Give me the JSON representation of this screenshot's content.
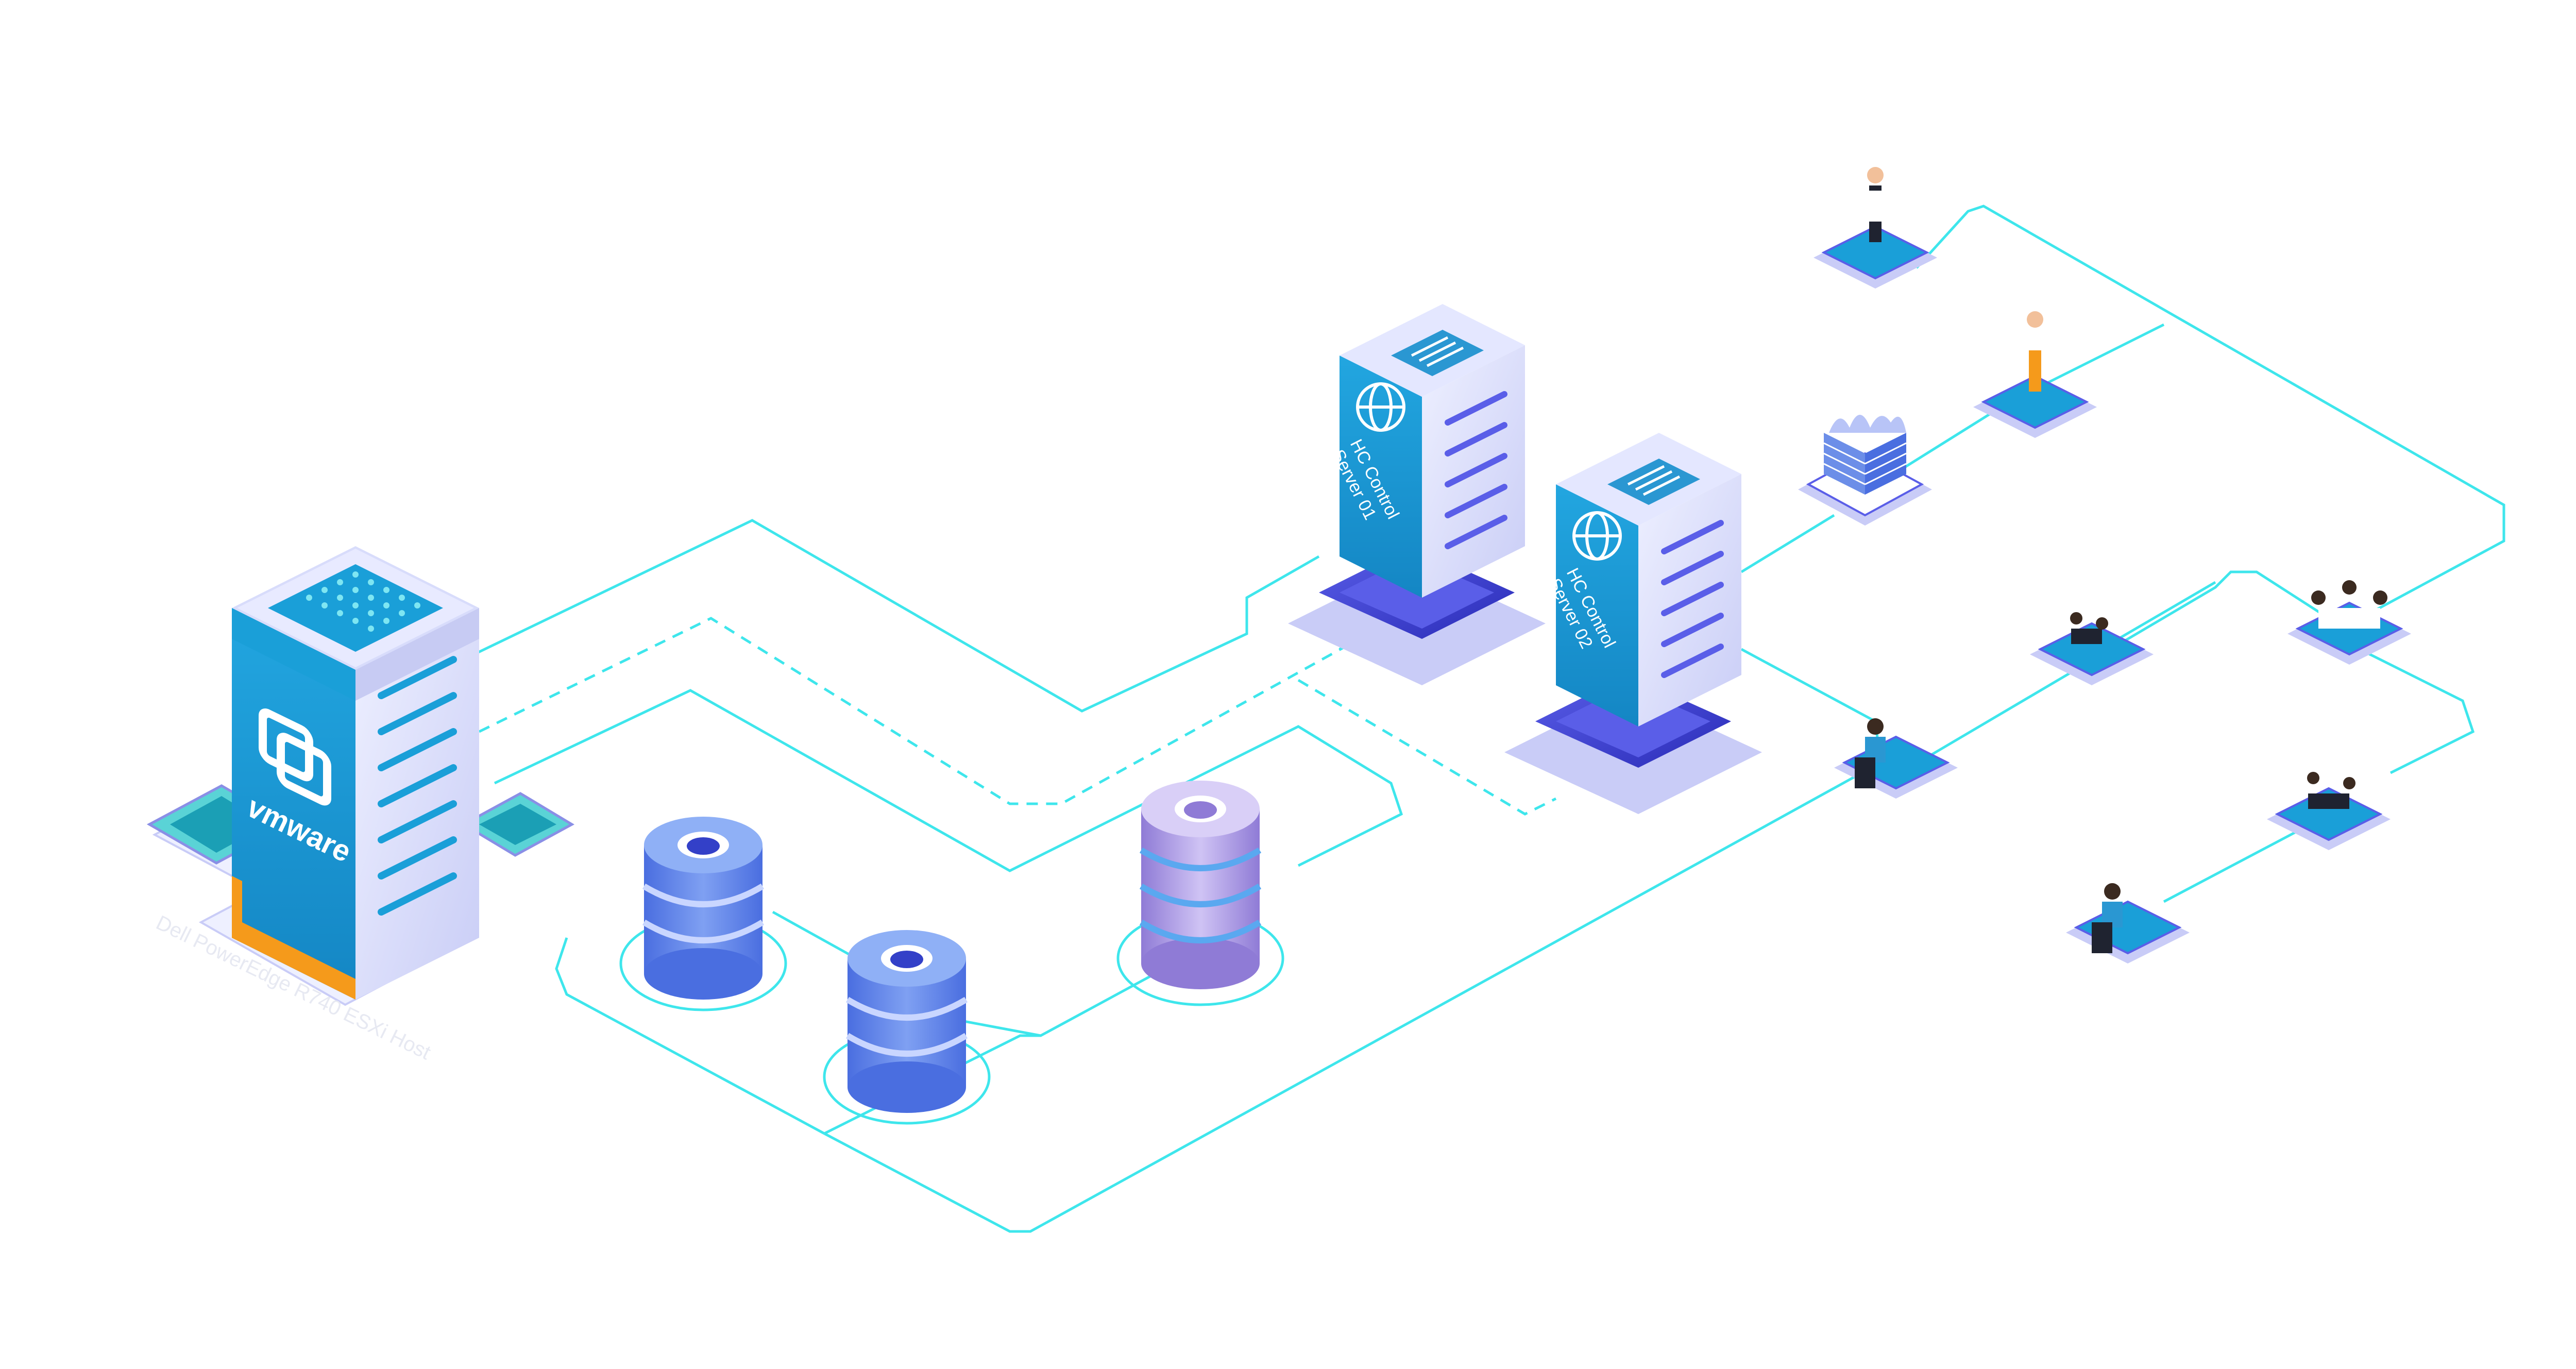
{
  "diagram": {
    "vmware_host": {
      "brand": "vmware",
      "caption": "Dell PowerEdge R740 ESXi Host"
    },
    "control_server_1": {
      "label_line1": "HC Control",
      "label_line2": "Server 01"
    },
    "control_server_2": {
      "label_line1": "HC Control",
      "label_line2": "Server 02"
    },
    "storage": {
      "count": 3
    },
    "users": {
      "count": 7
    },
    "colors": {
      "link": "#3ee6ec",
      "server_blue": "#1a9fd8",
      "server_face": "#dce0fb",
      "accent_orange": "#f59a1b",
      "base_indigo": "#3b3fd0",
      "disk_blue": "#5f86ea",
      "disk_purple": "#a996e4"
    }
  }
}
